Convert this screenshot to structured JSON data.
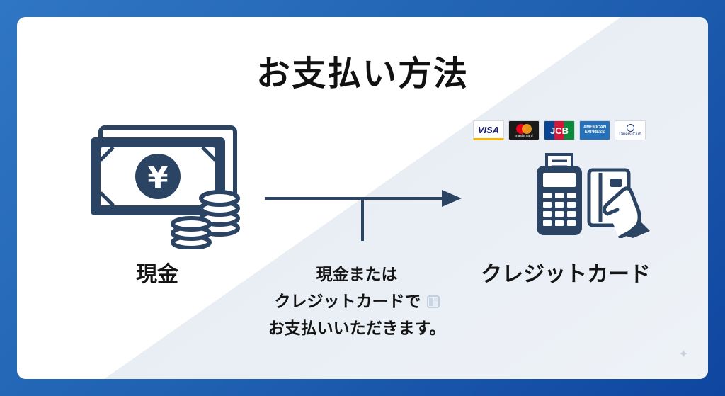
{
  "title": "お支払い方法",
  "cash": {
    "label": "現金",
    "currency_symbol": "¥",
    "icon": "cash-coins-icon"
  },
  "card": {
    "label": "クレジットカード",
    "icon": "card-terminal-icon"
  },
  "center_text": {
    "line1": "現金または",
    "line2": "クレジットカードで",
    "line3": "お支払いいただきます。"
  },
  "brands": {
    "visa": "VISA",
    "mastercard": "mastercard",
    "jcb": "JCB",
    "amex_line1": "AMERICAN",
    "amex_line2": "EXPRESS",
    "diners": "Diners Club"
  },
  "colors": {
    "icon": "#2b4463",
    "background_blue": "#1f5fb0",
    "card_white": "#ffffff"
  }
}
